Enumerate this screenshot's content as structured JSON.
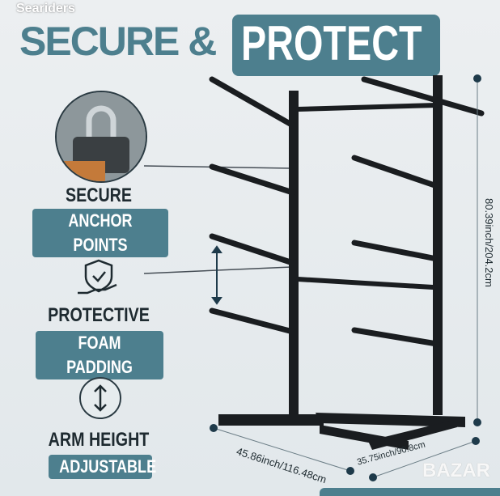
{
  "brand": "Seariders",
  "title": {
    "part1": "SECURE &",
    "part2": "PROTECT"
  },
  "features": [
    {
      "line1": "SECURE",
      "line2": "ANCHOR POINTS",
      "icon": "padlock-icon"
    },
    {
      "line1": "PROTECTIVE",
      "line2": "FOAM PADDING",
      "icon": "shield-hand-icon"
    },
    {
      "line1": "ARM HEIGHT",
      "line2": "ADJUSTABLE",
      "icon": "vertical-arrows-icon"
    }
  ],
  "dimensions": {
    "height": "80.39inch/204.2cm",
    "width": "45.86inch/116.48cm",
    "depth": "35.75inch/90.8cm"
  },
  "watermark": "BAZAR",
  "colors": {
    "accent": "#4d7f8e",
    "dark": "#1e2a30"
  }
}
